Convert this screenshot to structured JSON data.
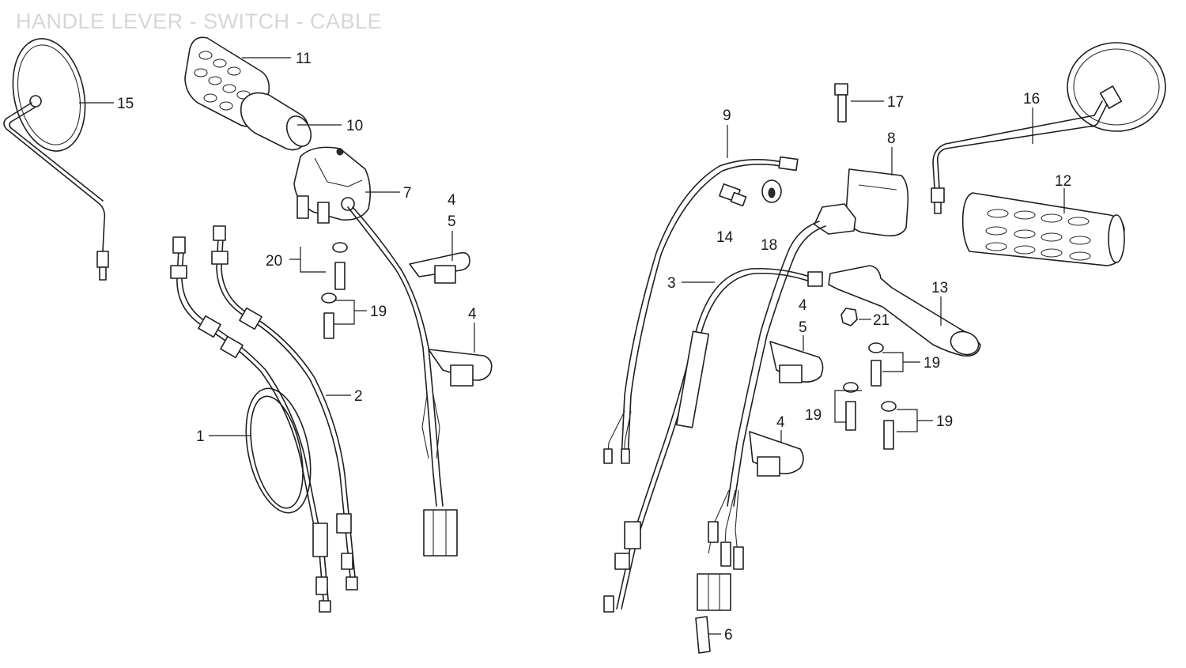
{
  "title": "HANDLE LEVER - SWITCH - CABLE",
  "colors": {
    "line": "#1f1f1f",
    "background": "#ffffff",
    "title": "#d6d6d6"
  },
  "callouts": {
    "c1": "1",
    "c2": "2",
    "c3": "3",
    "c4a": "4",
    "c5a": "5",
    "c4b": "4",
    "c4c": "4",
    "c5c": "5",
    "c4d": "4",
    "c6": "6",
    "c7": "7",
    "c8": "8",
    "c9": "9",
    "c10": "10",
    "c11": "11",
    "c12": "12",
    "c13": "13",
    "c14": "14",
    "c15": "15",
    "c16": "16",
    "c17": "17",
    "c18": "18",
    "c19a": "19",
    "c19b": "19",
    "c19c": "19",
    "c19d": "19",
    "c20": "20",
    "c21": "21"
  }
}
